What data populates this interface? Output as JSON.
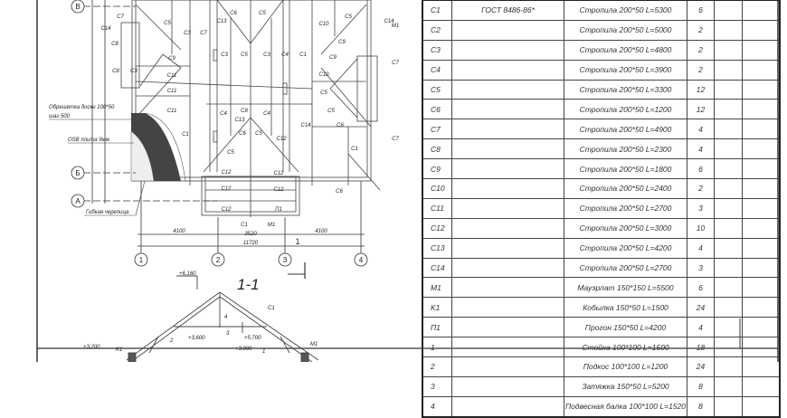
{
  "plan": {
    "axes_letters": [
      "В",
      "Б",
      "А"
    ],
    "axes_numbers": [
      "1",
      "2",
      "3",
      "4"
    ],
    "dimensions": {
      "span_1_2": "4100",
      "span_2_3": "3520",
      "span_3_4": "4100",
      "total": "11720",
      "section_mark": "1"
    },
    "annotations": {
      "lathing": "Обрешетка доски 100*50",
      "lathing_step": "шаг 500",
      "osb": "OSB плита 9мм",
      "shingles": "Гибкая черепица"
    },
    "member_labels": [
      "C7",
      "C14",
      "C8",
      "C8",
      "C3",
      "C9",
      "C11",
      "C11",
      "C11",
      "C5",
      "C3",
      "C7",
      "C6",
      "C13",
      "C5",
      "C3",
      "C5",
      "C3",
      "C4",
      "C1",
      "C1",
      "C4",
      "C8",
      "C4",
      "C13",
      "C6",
      "C5",
      "C12",
      "C5",
      "C12",
      "C12",
      "C12",
      "C12",
      "C12",
      "П1",
      "C1",
      "M1",
      "C6",
      "C5",
      "C10",
      "C9",
      "C9",
      "C10",
      "C5",
      "C5",
      "C6",
      "C1",
      "C14",
      "C7",
      "C7",
      "M1"
    ]
  },
  "section": {
    "title": "1-1",
    "elevations": [
      "+6,160",
      "+3,600",
      "+3,200",
      "+3,000",
      "+5,700"
    ],
    "labels": [
      "C1",
      "4",
      "3",
      "2",
      "1",
      "K1",
      "M1"
    ]
  },
  "spec_table": {
    "rows": [
      {
        "pos": "C1",
        "designation": "ГОСТ 8486-86*",
        "name": "Стропила 200*50 L=5300",
        "qty": "6"
      },
      {
        "pos": "C2",
        "designation": "",
        "name": "Стропила 200*50 L=5000",
        "qty": "2"
      },
      {
        "pos": "C3",
        "designation": "",
        "name": "Стропила 200*50 L=4800",
        "qty": "2"
      },
      {
        "pos": "C4",
        "designation": "",
        "name": "Стропила 200*50 L=3900",
        "qty": "2"
      },
      {
        "pos": "C5",
        "designation": "",
        "name": "Стропила 200*50 L=3300",
        "qty": "12"
      },
      {
        "pos": "C6",
        "designation": "",
        "name": "Стропила 200*50 L=1200",
        "qty": "12"
      },
      {
        "pos": "C7",
        "designation": "",
        "name": "Стропила 200*50 L=4900",
        "qty": "4"
      },
      {
        "pos": "C8",
        "designation": "",
        "name": "Стропила 200*50 L=2300",
        "qty": "4"
      },
      {
        "pos": "C9",
        "designation": "",
        "name": "Стропила 200*50 L=1800",
        "qty": "6"
      },
      {
        "pos": "C10",
        "designation": "",
        "name": "Стропила 200*50 L=2400",
        "qty": "2"
      },
      {
        "pos": "C11",
        "designation": "",
        "name": "Стропила 200*50 L=2700",
        "qty": "3"
      },
      {
        "pos": "C12",
        "designation": "",
        "name": "Стропила 200*50 L=3000",
        "qty": "10"
      },
      {
        "pos": "C13",
        "designation": "",
        "name": "Стропила 200*50 L=4200",
        "qty": "4"
      },
      {
        "pos": "C14",
        "designation": "",
        "name": "Стропила 200*50 L=2700",
        "qty": "3"
      },
      {
        "pos": "M1",
        "designation": "",
        "name": "Мауэрлат 150*150 L=5500",
        "qty": "6"
      },
      {
        "pos": "K1",
        "designation": "",
        "name": "Кобылка 150*50 L=1500",
        "qty": "24"
      },
      {
        "pos": "П1",
        "designation": "",
        "name": "Прогон 150*50 L=4200",
        "qty": "4"
      },
      {
        "pos": "1",
        "designation": "",
        "name": "Стойка 100*100 L=1500",
        "qty": "18"
      },
      {
        "pos": "2",
        "designation": "",
        "name": "Подкос 100*100 L=1200",
        "qty": "24"
      },
      {
        "pos": "3",
        "designation": "",
        "name": "Затяжка 150*50 L=5200",
        "qty": "8"
      },
      {
        "pos": "4",
        "designation": "",
        "name": "Подвесная балка 100*100 L=1520",
        "qty": "8"
      }
    ]
  }
}
